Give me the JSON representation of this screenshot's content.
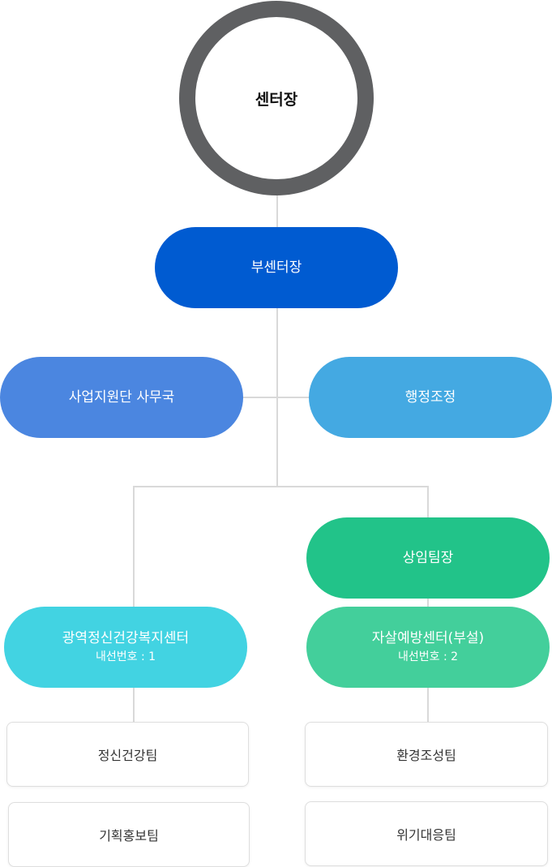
{
  "colors": {
    "director_ring": "#5f6062",
    "deputy": "#005bd1",
    "support_office": "#4b86e0",
    "admin": "#44a9e2",
    "standing_lead": "#22c389",
    "regional_center": "#42d3e2",
    "suicide_center": "#43cf9b",
    "connector": "#d9d9d9"
  },
  "org": {
    "director": "센터장",
    "deputy": "부센터장",
    "support_office": "사업지원단 사무국",
    "admin": "행정조정",
    "standing_lead": "상임팀장",
    "regional_center": {
      "name": "광역정신건강복지센터",
      "extension": "내선번호 : 1",
      "teams": [
        "정신건강팀",
        "기획홍보팀"
      ]
    },
    "suicide_center": {
      "name": "자살예방센터(부설)",
      "extension": "내선번호 : 2",
      "teams": [
        "환경조성팀",
        "위기대응팀"
      ]
    }
  }
}
